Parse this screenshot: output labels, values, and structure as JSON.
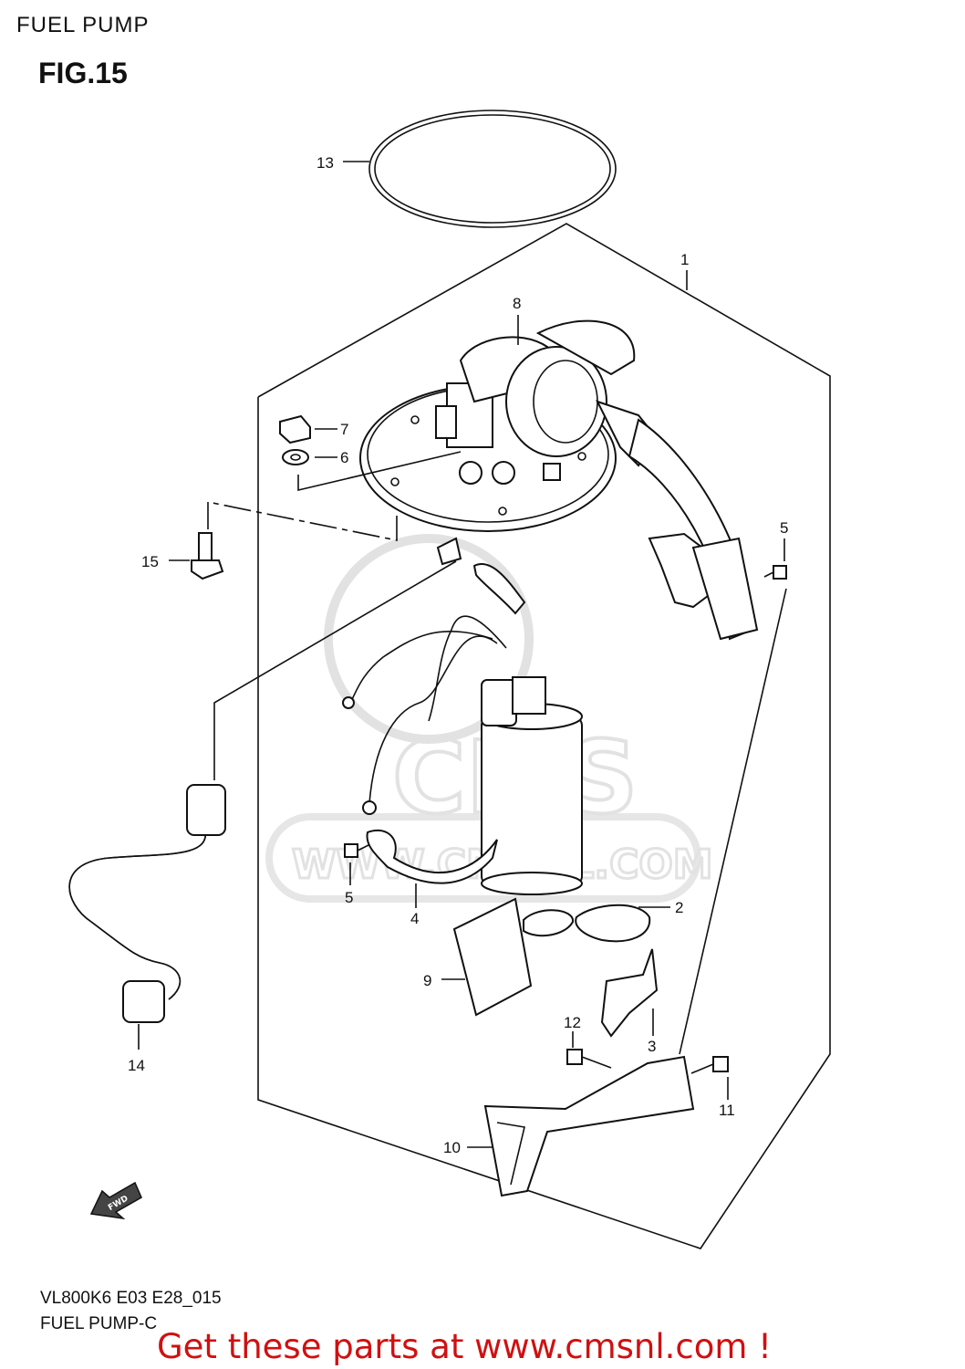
{
  "header": {
    "title": "FUEL PUMP",
    "figure": "FIG.15"
  },
  "footer": {
    "code": "VL800K6 E03 E28_015",
    "subtitle": "FUEL PUMP-C",
    "promo": "Get these parts at www.cmsnl.com !"
  },
  "watermark": {
    "brand": "CMS",
    "url": "WWW.CMSNL.COM"
  },
  "fwd_label": "FWD",
  "callouts": {
    "c1": "1",
    "c2": "2",
    "c3": "3",
    "c4": "4",
    "c5a": "5",
    "c5b": "5",
    "c6": "6",
    "c7": "7",
    "c8": "8",
    "c9": "9",
    "c10": "10",
    "c11": "11",
    "c12": "12",
    "c13": "13",
    "c14": "14",
    "c15": "15"
  }
}
